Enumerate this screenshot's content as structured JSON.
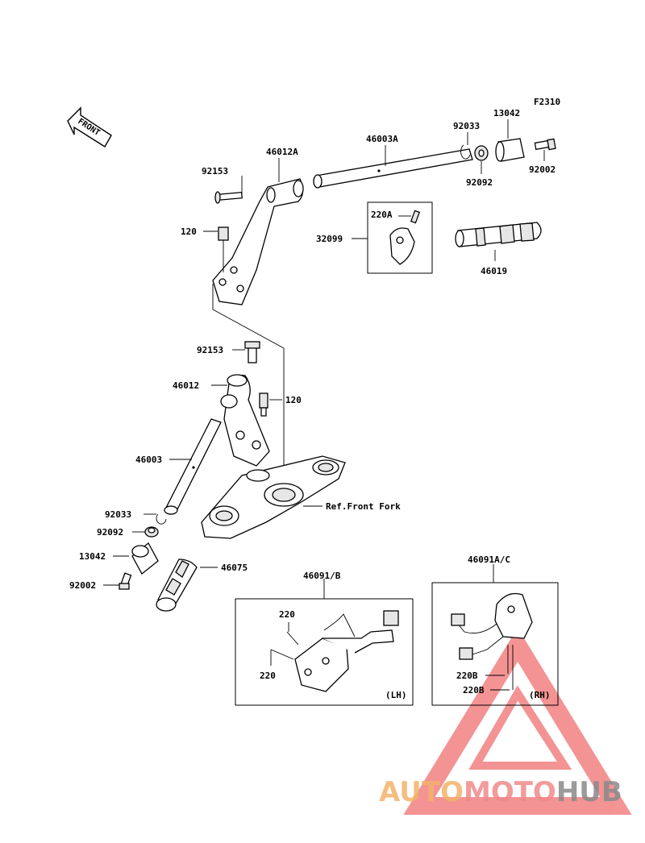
{
  "figure_code": "F2310",
  "front_arrow_label": "FRONT",
  "labels": {
    "p46012A": "46012A",
    "p46003A": "46003A",
    "p92033_top": "92033",
    "p13042_top": "13042",
    "p92153_top": "92153",
    "p92002_top": "92002",
    "p92092_top": "92092",
    "p120_top": "120",
    "p220A": "220A",
    "p32099": "32099",
    "p46019": "46019",
    "p92153_mid": "92153",
    "p46012": "46012",
    "p120_mid": "120",
    "p46003": "46003",
    "ref_front_fork": "Ref.Front Fork",
    "p92033_bot": "92033",
    "p92092_bot": "92092",
    "p13042_bot": "13042",
    "p92002_bot": "92002",
    "p46075": "46075",
    "p46091B": "46091/B",
    "p220_a": "220",
    "p220_b": "220",
    "lh": "(LH)",
    "p46091AC": "46091A/C",
    "p220B_a": "220B",
    "p220B_b": "220B",
    "rh": "(RH)"
  },
  "watermark": {
    "part1": "AUTO",
    "part2": "MOTO",
    "part3": "HUB",
    "color1": "#f2b36b",
    "color2": "#f08a8a",
    "color3": "#8a8a8a",
    "triangle_color": "#f07070"
  }
}
